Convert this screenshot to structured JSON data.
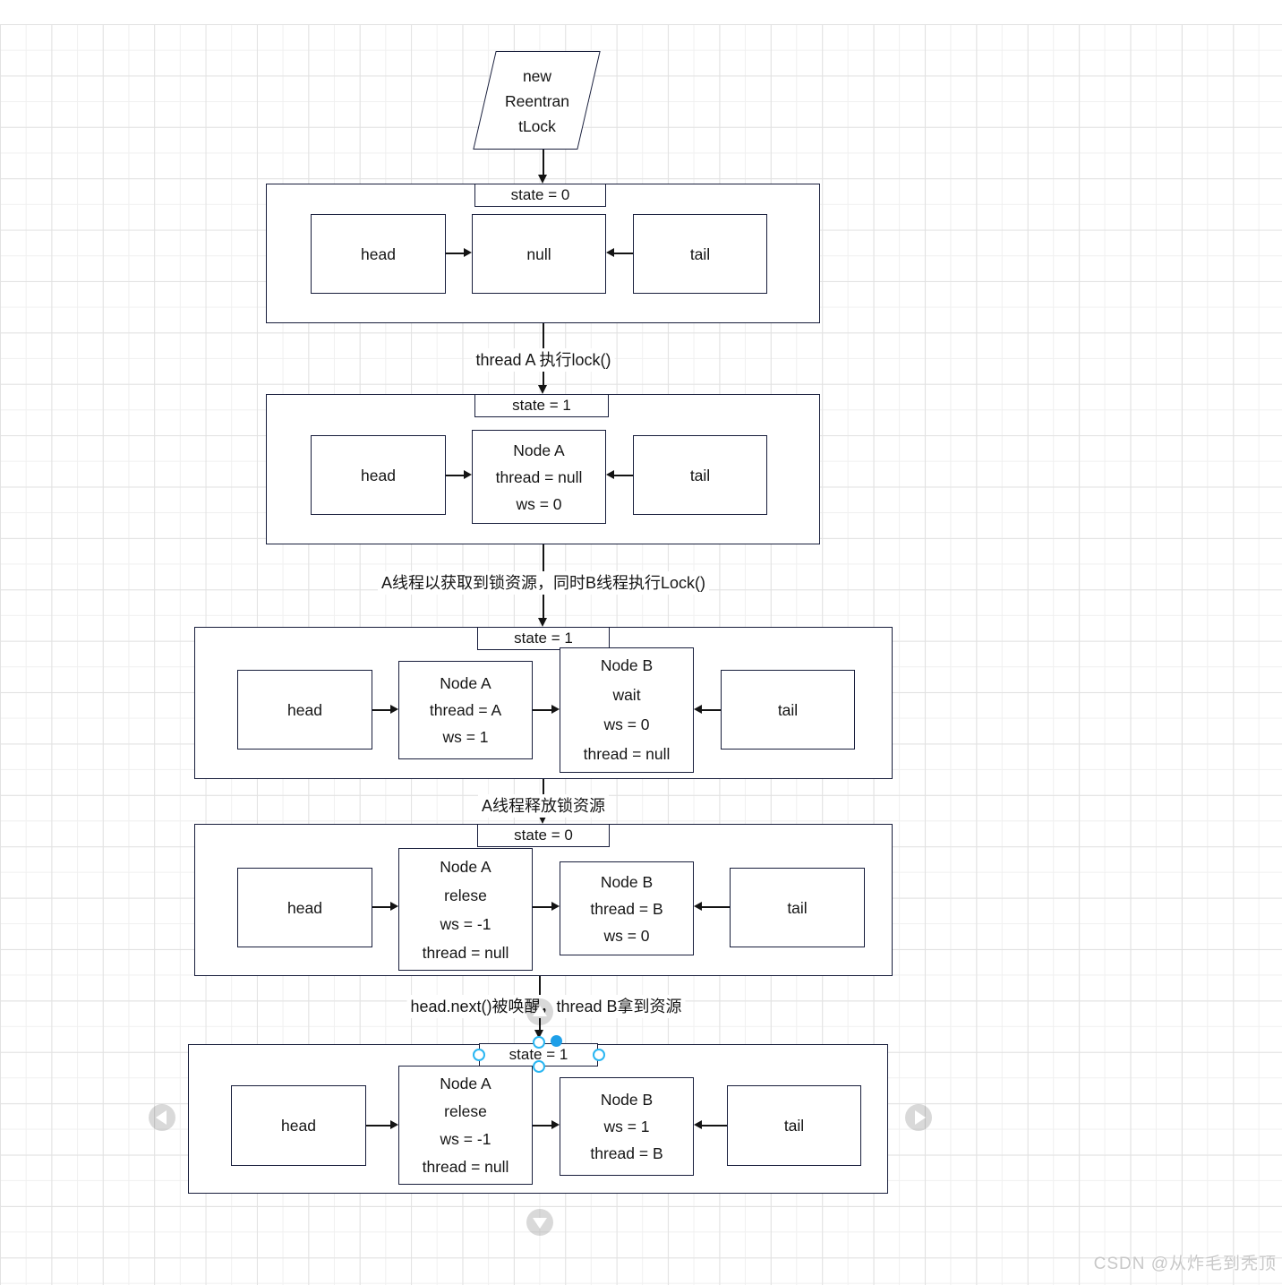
{
  "colors": {
    "shape_stroke": "#171d3b",
    "arrow": "#141414",
    "selection_stroke": "#29b6f2",
    "selection_fill": "#1e9fe8",
    "nav_circle_gray": "#d9d9d9",
    "watermark_gray": "#c8c8c8"
  },
  "start": {
    "text": "new\nReentran\ntLock"
  },
  "transitions": [
    {
      "label": "thread A 执行lock()"
    },
    {
      "label": "A线程以获取到锁资源，同时B线程执行Lock()"
    },
    {
      "label": "A线程释放锁资源"
    },
    {
      "label": "head.next()被唤醒，thread B拿到资源"
    }
  ],
  "containers": [
    {
      "state": "state = 0",
      "nodes": [
        {
          "text": "head"
        },
        {
          "text": "null"
        },
        {
          "text": "tail"
        }
      ]
    },
    {
      "state": "state = 1",
      "nodes": [
        {
          "text": "head"
        },
        {
          "text": "Node A\nthread = null\nws = 0"
        },
        {
          "text": "tail"
        }
      ]
    },
    {
      "state": "state = 1",
      "nodes": [
        {
          "text": "head"
        },
        {
          "text": "Node A\nthread = A\nws = 1"
        },
        {
          "text": "Node B\nwait\nws = 0\nthread = null"
        },
        {
          "text": "tail"
        }
      ]
    },
    {
      "state": "state = 0",
      "nodes": [
        {
          "text": "head"
        },
        {
          "text": "Node A\nrelese\nws = -1\nthread = null"
        },
        {
          "text": "Node B\nthread = B\nws = 0"
        },
        {
          "text": "tail"
        }
      ]
    },
    {
      "state": "state = 1",
      "nodes": [
        {
          "text": "head"
        },
        {
          "text": "Node A\nrelese\nws = -1\nthread = null"
        },
        {
          "text": "Node B\nws = 1\nthread = B"
        },
        {
          "text": "tail"
        }
      ]
    }
  ],
  "nav": {
    "up": "chevron-up",
    "down": "chevron-down",
    "left": "chevron-left",
    "right": "chevron-right"
  },
  "watermark": {
    "text": "CSDN @从炸毛到秃顶"
  }
}
